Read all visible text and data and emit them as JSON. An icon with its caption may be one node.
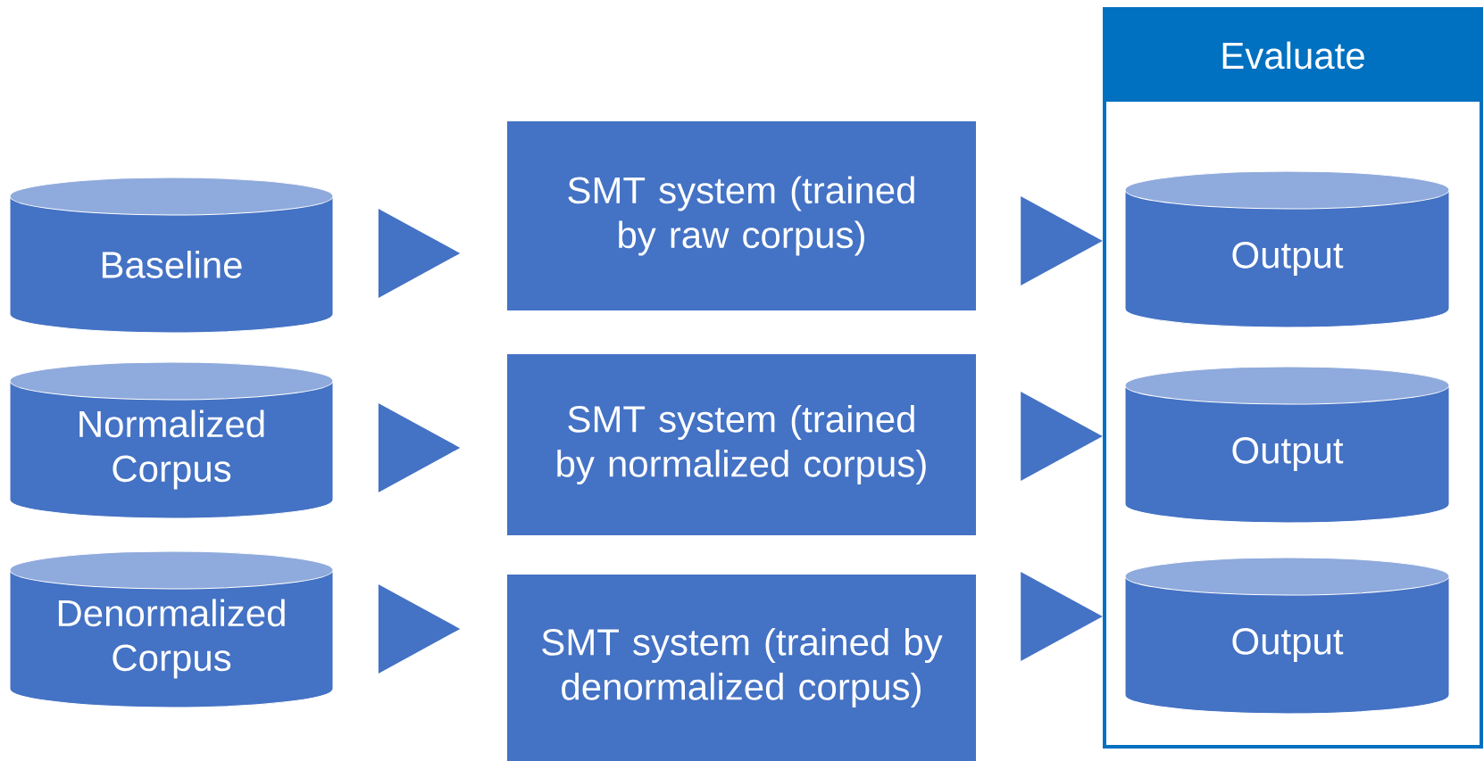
{
  "diagram": {
    "nodes": [
      {
        "text": [
          "Baseline"
        ]
      },
      {
        "text": [
          "Normalized Corpus"
        ]
      },
      {
        "text": [
          "Denormalized Corpus"
        ]
      },
      {
        "text": [
          "SMT system (trained by raw corpus)"
        ]
      },
      {
        "text": [
          "SMT system (trained by normalized corpus)"
        ]
      },
      {
        "text": [
          "SMT system (trained by denormalized corpus)"
        ]
      },
      {
        "text": [
          "Evaluate"
        ]
      },
      {
        "text": [
          "Output"
        ],
        "in": 6
      },
      {
        "text": [
          "Output"
        ],
        "in": 6
      },
      {
        "text": [
          "Output"
        ],
        "in": 6
      }
    ],
    "edges": [
      {
        "from": 0,
        "to": 3,
        "arrow": "to"
      },
      {
        "from": 1,
        "to": 4,
        "arrow": "to"
      },
      {
        "from": 2,
        "to": 5,
        "arrow": "to"
      },
      {
        "from": 3,
        "to": 7,
        "arrow": "to"
      },
      {
        "from": 4,
        "to": 8,
        "arrow": "to"
      },
      {
        "from": 5,
        "to": 9,
        "arrow": "to"
      }
    ]
  }
}
